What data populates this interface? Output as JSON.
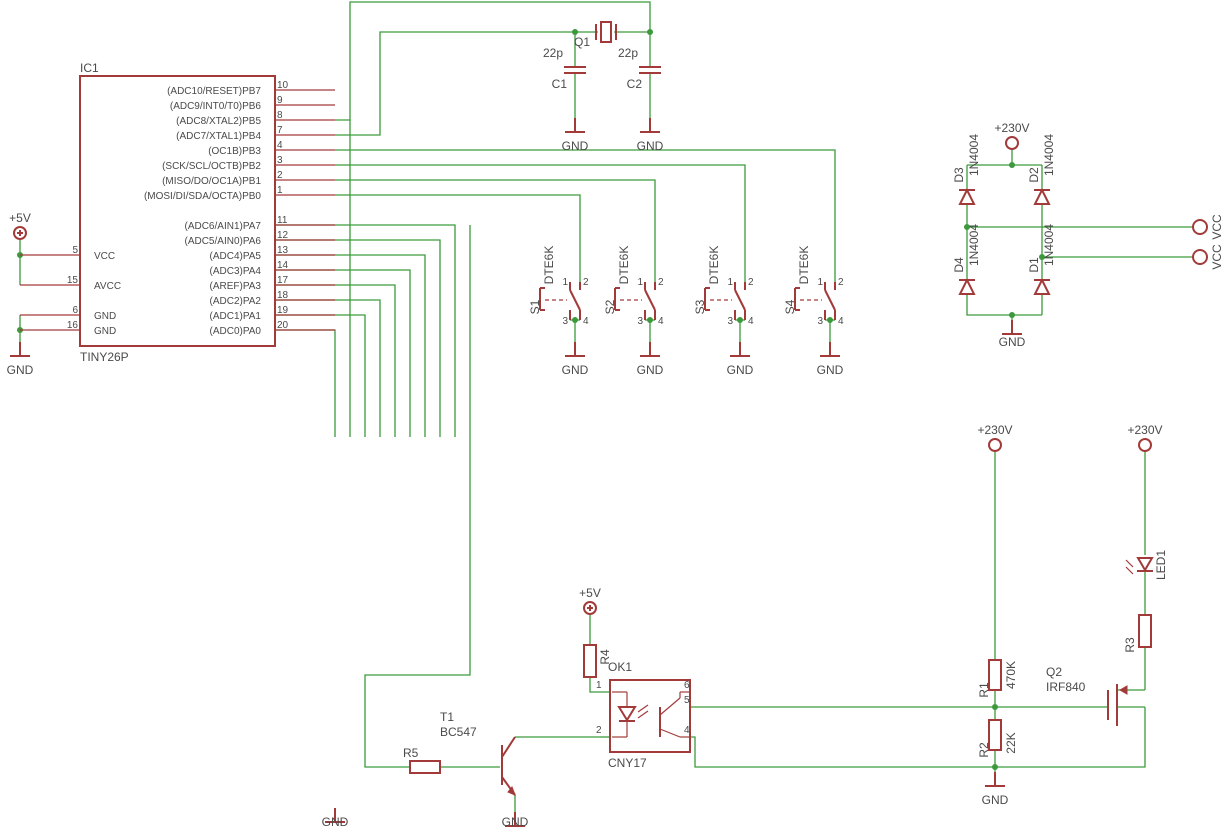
{
  "ic": {
    "name": "IC1",
    "value": "TINY26P",
    "left_pins": [
      {
        "num": "5",
        "label": "VCC"
      },
      {
        "num": "15",
        "label": "AVCC"
      },
      {
        "num": "6",
        "label": "GND"
      },
      {
        "num": "16",
        "label": "GND"
      }
    ],
    "right_pins": [
      {
        "num": "10",
        "label": "(ADC10/RESET)PB7"
      },
      {
        "num": "9",
        "label": "(ADC9/INT0/T0)PB6"
      },
      {
        "num": "8",
        "label": "(ADC8/XTAL2)PB5"
      },
      {
        "num": "7",
        "label": "(ADC7/XTAL1)PB4"
      },
      {
        "num": "4",
        "label": "(OC1B)PB3"
      },
      {
        "num": "3",
        "label": "(SCK/SCL/OCTB)PB2"
      },
      {
        "num": "2",
        "label": "(MISO/DO/OC1A)PB1"
      },
      {
        "num": "1",
        "label": "(MOSI/DI/SDA/OCTA)PB0"
      },
      {
        "num": "11",
        "label": "(ADC6/AIN1)PA7"
      },
      {
        "num": "12",
        "label": "(ADC5/AIN0)PA6"
      },
      {
        "num": "13",
        "label": "(ADC4)PA5"
      },
      {
        "num": "14",
        "label": "(ADC3)PA4"
      },
      {
        "num": "17",
        "label": "(AREF)PA3"
      },
      {
        "num": "18",
        "label": "(ADC2)PA2"
      },
      {
        "num": "19",
        "label": "(ADC1)PA1"
      },
      {
        "num": "20",
        "label": "(ADC0)PA0"
      }
    ]
  },
  "crystal": {
    "name": "Q1"
  },
  "caps": [
    {
      "name": "C1",
      "value": "22p"
    },
    {
      "name": "C2",
      "value": "22p"
    }
  ],
  "switches": [
    {
      "name": "S1",
      "value": "DTE6K"
    },
    {
      "name": "S2",
      "value": "DTE6K"
    },
    {
      "name": "S3",
      "value": "DTE6K"
    },
    {
      "name": "S4",
      "value": "DTE6K"
    }
  ],
  "switch_pins": {
    "p1": "1",
    "p2": "2",
    "p3": "3",
    "p4": "4"
  },
  "diodes": [
    {
      "name": "D1",
      "value": "1N4004"
    },
    {
      "name": "D2",
      "value": "1N4004"
    },
    {
      "name": "D3",
      "value": "1N4004"
    },
    {
      "name": "D4",
      "value": "1N4004"
    }
  ],
  "vcc_connectors": [
    "VCC",
    "VCC"
  ],
  "supply": {
    "plus5": "+5V",
    "plus230": "+230V",
    "gnd": "GND"
  },
  "resistors": {
    "r1": {
      "name": "R1",
      "value": "470K"
    },
    "r2": {
      "name": "R2",
      "value": "22K"
    },
    "r3": {
      "name": "R3"
    },
    "r4": {
      "name": "R4"
    },
    "r5": {
      "name": "R5"
    }
  },
  "transistor": {
    "name": "T1",
    "value": "BC547"
  },
  "mosfet": {
    "name": "Q2",
    "value": "IRF840"
  },
  "led": {
    "name": "LED1"
  },
  "optocoupler": {
    "name": "OK1",
    "value": "CNY17",
    "pins": {
      "p1": "1",
      "p2": "2",
      "p4": "4",
      "p5": "5",
      "p6": "6"
    }
  }
}
